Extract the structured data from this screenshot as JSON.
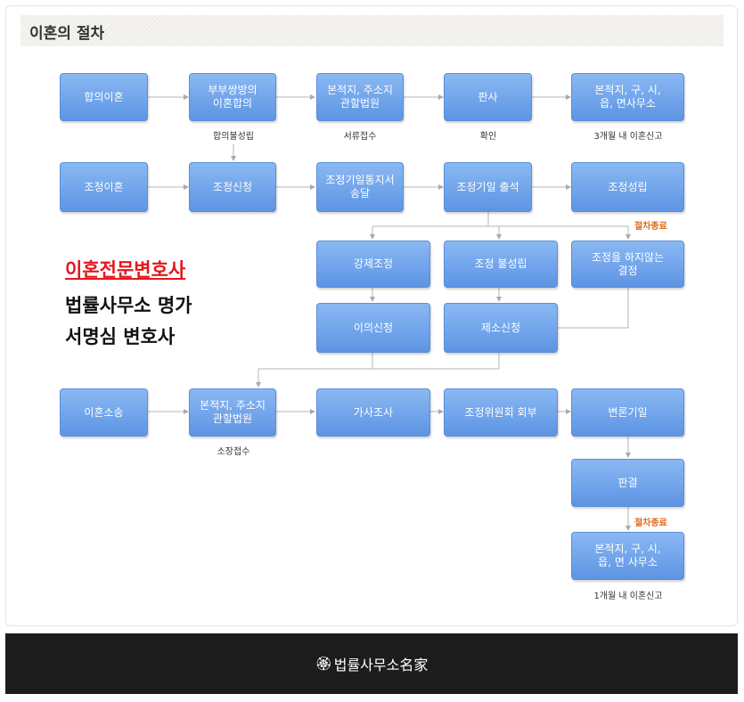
{
  "heading": "이혼의 절차",
  "boxes": {
    "b1": "합의이혼",
    "b2": "부부쌍방의\n이혼합의",
    "b3": "본적지, 주소지\n관할법원",
    "b4": "판사",
    "b5": "본적지, 구, 시,\n읍, 면사무소",
    "c1": "조정이혼",
    "c2": "조정신청",
    "c3": "조정기일통지서\n송달",
    "c4": "조정기일 출석",
    "c5": "조정성립",
    "d1": "강제조정",
    "d2": "조정 불성립",
    "d3": "조정을 하지않는\n결정",
    "e1": "이의신청",
    "e2": "제소신청",
    "f1": "이혼소송",
    "f2": "본적지, 주소지\n관할법원",
    "f3": "가사조사",
    "f4": "조정위원회 회부",
    "f5": "변론기일",
    "g5": "판결",
    "h5": "본적지, 구, 시,\n읍, 면 사무소"
  },
  "notes": {
    "n_b2": "합의불성립",
    "n_b3": "서류접수",
    "n_b4": "확인",
    "n_b5": "3개월 내 이혼신고",
    "n_f2": "소장접수",
    "n_h5": "1개월 내 이혼신고"
  },
  "stops": {
    "s1": "절차종료",
    "s2": "절차종료"
  },
  "promo": {
    "line1": "이혼전문변호사",
    "line2": "법률사무소 명가",
    "line3": "서명심 변호사"
  },
  "footer": {
    "logo_icon": "seal-icon",
    "text": "법률사무소名家"
  },
  "colors": {
    "box_top": "#8ab8f3",
    "box_bottom": "#5d94e3",
    "stop_text": "#e06a1a",
    "promo_red": "#e4161b",
    "footer_bg": "#1c1c1c"
  }
}
